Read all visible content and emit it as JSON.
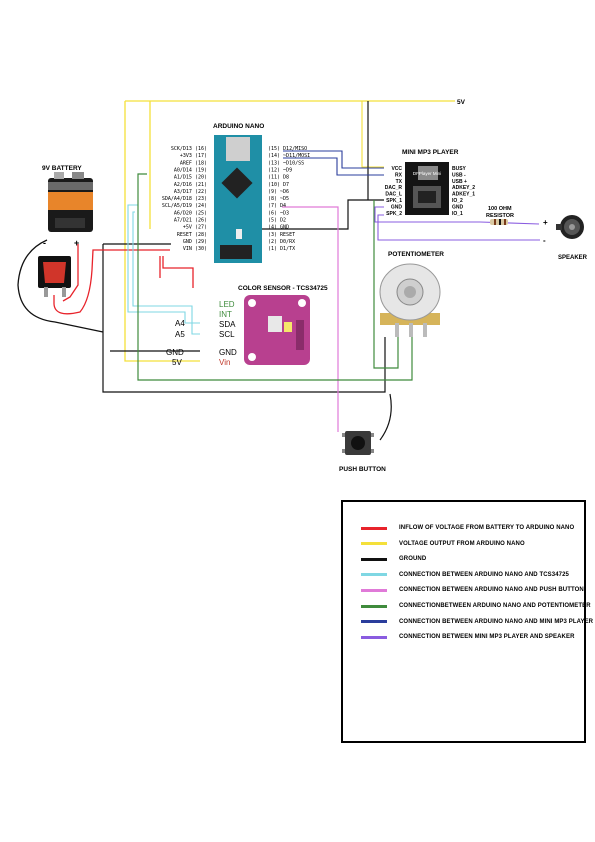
{
  "labels": {
    "arduino_title": "ARDUINO NANO",
    "battery": "9V BATTERY",
    "mp3_title": "MINI MP3 PLAYER",
    "mp3_chip": "DFPlayer Mini",
    "resistor_line1": "100 OHM",
    "resistor_line2": "RESISTOR",
    "speaker": "SPEAKER",
    "potentiometer": "POTENTIOMETER",
    "color_sensor": "COLOR SENSOR - TCS34725",
    "push_button": "PUSH BUTTON",
    "rail_5v": "5V",
    "battery_minus": "-",
    "battery_plus": "+",
    "speaker_plus": "+",
    "speaker_minus": "-"
  },
  "nano_left_pins": [
    "SCK/D13 (16)",
    "+3V3 (17)",
    "AREF (18)",
    "A0/D14 (19)",
    "A1/D15 (20)",
    "A2/D16 (21)",
    "A3/D17 (22)",
    "SDA/A4/D18 (23)",
    "SCL/A5/D19 (24)",
    "A6/D20 (25)",
    "A7/D21 (26)",
    "+5V (27)",
    "RESET (28)",
    "GND (29)",
    "VIN (30)"
  ],
  "nano_right_pins": [
    "(15) D12/MISO",
    "(14) ~D11/MOSI",
    "(13) ~D10/SS",
    "(12) ~D9",
    "(11) D8",
    "(10) D7",
    "(9) ~D6",
    "(8) ~D5",
    "(7) D4",
    "(6) ~D3",
    "(5) D2",
    "(4) GND",
    "(3) RESET",
    "(2) D0/RX",
    "(1) D1/TX"
  ],
  "mp3_left_pins": [
    "VCC",
    "RX",
    "TX",
    "DAC_R",
    "DAC_L",
    "SPK_1",
    "GND",
    "SPK_2"
  ],
  "mp3_right_pins": [
    "BUSY",
    "USB -",
    "USB +",
    "ADKEY_2",
    "ADKEY_1",
    "IO_2",
    "GND",
    "IO_1"
  ],
  "sensor_left_labels": [
    "A4",
    "A5",
    "GND",
    "5V"
  ],
  "sensor_right_labels": [
    "LED",
    "INT",
    "SDA",
    "SCL",
    "GND",
    "Vin"
  ],
  "legend": [
    {
      "color": "#e8232b",
      "text": "INFLOW OF VOLTAGE FROM BATTERY TO ARDUINO NANO"
    },
    {
      "color": "#f4e03a",
      "text": "VOLTAGE OUTPUT FROM ARDUINO NANO"
    },
    {
      "color": "#111111",
      "text": "GROUND"
    },
    {
      "color": "#7fd7e3",
      "text": "CONNECTION BETWEEN ARDUINO NANO AND TCS34725"
    },
    {
      "color": "#e07ad8",
      "text": "CONNECTION BETWEEN ARDUINO NANO AND PUSH BUTTON"
    },
    {
      "color": "#3f8b3c",
      "text": "CONNECTIONBETWEEN ARDUINO NANO AND POTENTIOMETER"
    },
    {
      "color": "#2a3d9c",
      "text": "CONNECTION BETWEEN ARDUINO NANO AND MINI MP3 PLAYER"
    },
    {
      "color": "#8a5ce0",
      "text": "CONNECTION BETWEEN MINI MP3 PLAYER AND SPEAKER"
    }
  ],
  "colors": {
    "red": "#e8232b",
    "yellow": "#f4e03a",
    "black": "#111111",
    "cyan": "#7fd7e3",
    "pink": "#e07ad8",
    "green": "#3f8b3c",
    "blue": "#2a3d9c",
    "purple": "#8a5ce0",
    "board_teal": "#1f8fa6",
    "sensor_purple": "#b8408f"
  }
}
